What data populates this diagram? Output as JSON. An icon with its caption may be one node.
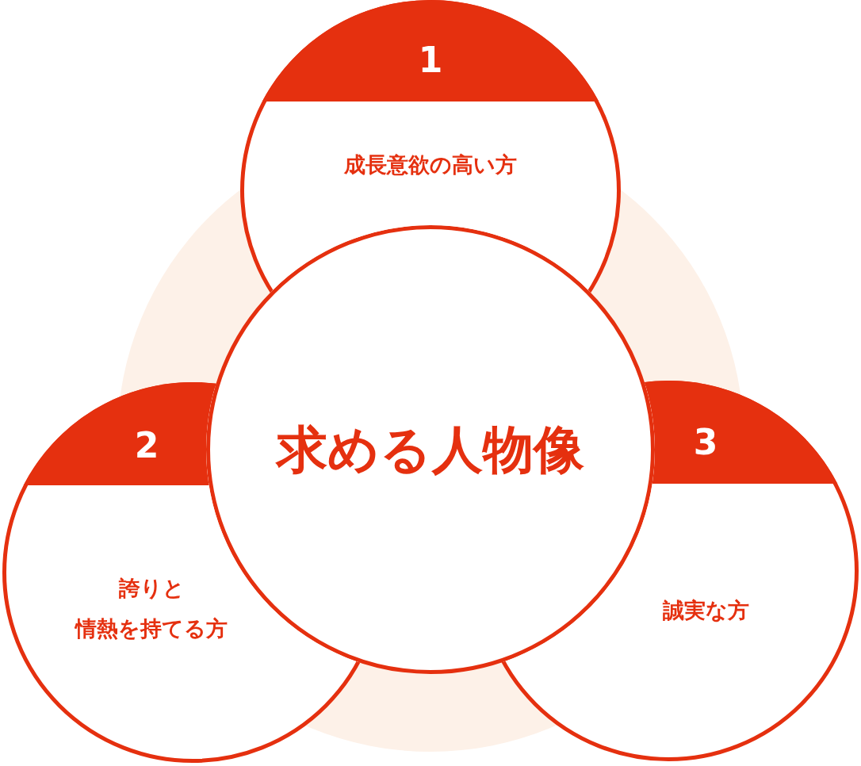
{
  "diagram": {
    "nodes": [
      {
        "text": [
          "1",
          "成長意欲の高い方"
        ]
      },
      {
        "text": [
          "2",
          "誇りと情熱を持てる方"
        ]
      },
      {
        "text": [
          "3",
          "誠実な方"
        ]
      },
      {
        "text": [
          "求める人物像"
        ]
      }
    ]
  }
}
